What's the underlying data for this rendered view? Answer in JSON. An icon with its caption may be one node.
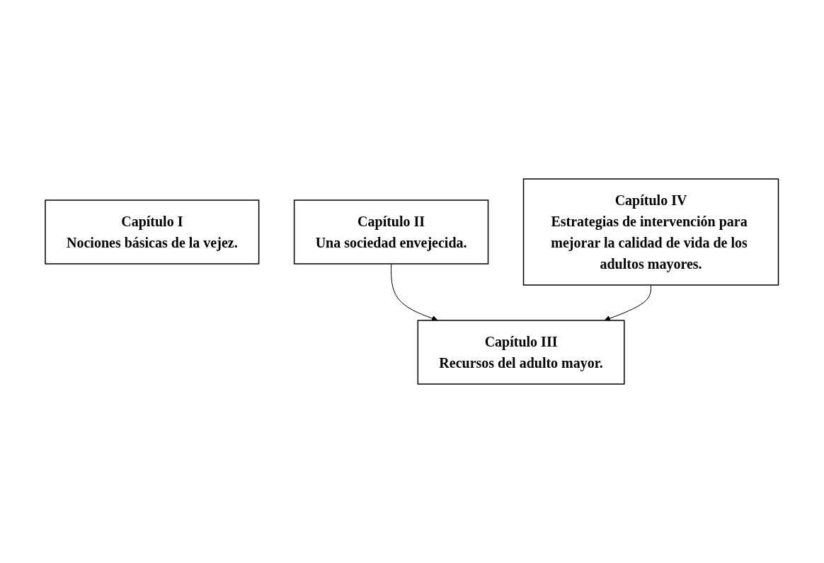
{
  "diagram": {
    "nodes": [
      {
        "text": [
          "Capítulo I",
          "Nociones básicas de la vejez."
        ]
      },
      {
        "text": [
          "Capítulo II",
          "Una sociedad envejecida."
        ]
      },
      {
        "text": [
          "Capítulo IV",
          "Estrategias de intervención para mejorar la calidad de vida de los adultos mayores."
        ]
      },
      {
        "text": [
          "Capítulo III",
          "Recursos del adulto mayor."
        ]
      }
    ],
    "edges": [
      {
        "from": 1,
        "to": 3,
        "arrow": "to"
      },
      {
        "from": 2,
        "to": 3,
        "arrow": "to"
      }
    ]
  }
}
